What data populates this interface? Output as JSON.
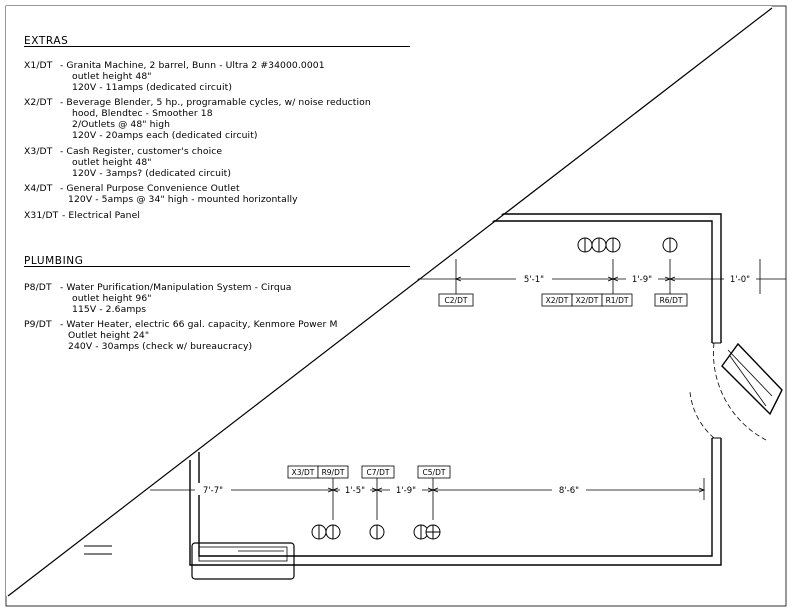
{
  "extras": {
    "heading": "EXTRAS",
    "items": [
      {
        "tag": "X1/DT",
        "lines": [
          "- Granita Machine, 2 barrel, Bunn - Ultra 2 #34000.0001",
          "outlet height 48\"",
          "120V - 11amps (dedicated circuit)"
        ]
      },
      {
        "tag": "X2/DT",
        "lines": [
          "- Beverage Blender, 5 hp., programable cycles, w/ noise reduction",
          "hood, Blendtec - Smoother 18",
          "2/Outlets @ 48\" high",
          "120V - 20amps each (dedicated circuit)"
        ]
      },
      {
        "tag": "X3/DT",
        "lines": [
          "- Cash Register, customer's choice",
          "outlet height 48\"",
          "120V - 3amps? (dedicated circuit)"
        ]
      },
      {
        "tag": "X4/DT",
        "lines": [
          "- General Purpose Convenience Outlet",
          "120V - 5amps @ 34\" high - mounted horizontally"
        ]
      },
      {
        "tag": "X31/DT",
        "lines": [
          "- Electrical Panel"
        ]
      }
    ]
  },
  "plumbing": {
    "heading": "PLUMBING",
    "items": [
      {
        "tag": "P8/DT",
        "lines": [
          "- Water Purification/Manipulation System - Cirqua",
          "outlet height 96\"",
          "115V - 2.6amps"
        ]
      },
      {
        "tag": "P9/DT",
        "lines": [
          "- Water Heater, electric 66 gal. capacity, Kenmore Power M",
          "Outlet height 24\"",
          "240V - 30amps (check w/ bureaucracy)"
        ]
      }
    ]
  },
  "plan": {
    "top_tags": [
      "C2/DT",
      "X2/DT",
      "X2/DT",
      "R1/DT",
      "R6/DT"
    ],
    "top_dims": [
      "5'-1\"",
      "1'-9\"",
      "1'-0\""
    ],
    "bottom_tags": [
      "X3/DT",
      "R9/DT",
      "C7/DT",
      "C5/DT"
    ],
    "bottom_dims": [
      "7'-7\"",
      "1'-5\"",
      "1'-9\"",
      "8'-6\""
    ]
  }
}
